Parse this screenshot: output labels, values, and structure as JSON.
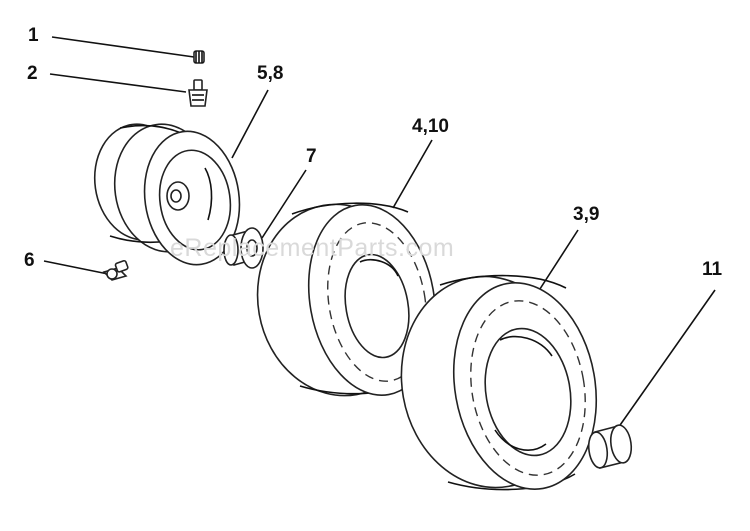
{
  "watermark": "eReplacementParts.com",
  "callouts": {
    "c1": "1",
    "c2": "2",
    "c58": "5,8",
    "c7": "7",
    "c410": "4,10",
    "c39": "3,9",
    "c6": "6",
    "c11": "11"
  }
}
